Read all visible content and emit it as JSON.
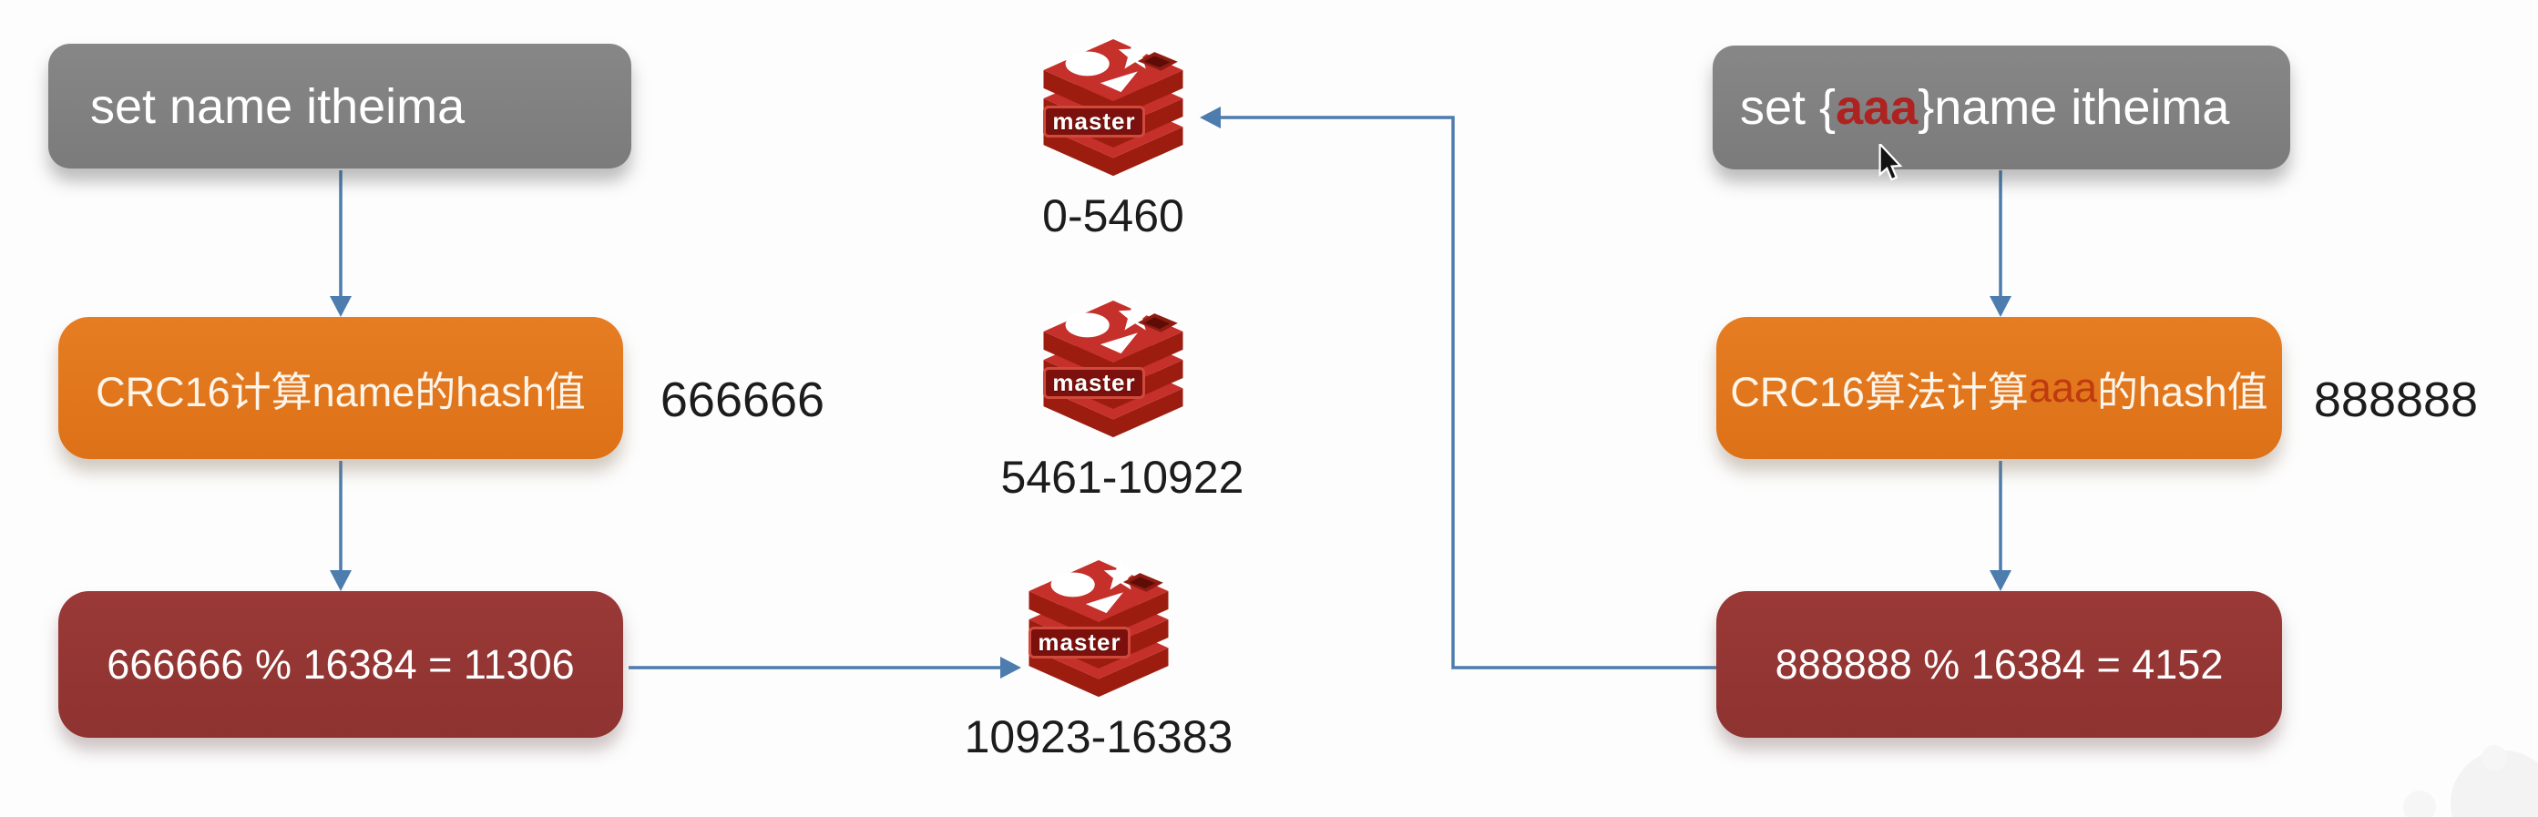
{
  "diagram": {
    "left_flow": {
      "command": "set name itheima",
      "crc_label": "CRC16计算name的hash值",
      "hash_value": "666666",
      "mod_expression": "666666 % 16384 = 11306"
    },
    "right_flow": {
      "command_prefix": "set {",
      "command_key": "aaa",
      "command_suffix": "}name itheima",
      "crc_prefix": "CRC16算法计算",
      "crc_key": "aaa",
      "crc_suffix": "的hash值",
      "hash_value": "888888",
      "mod_expression": "888888 % 16384 = 4152"
    },
    "masters": [
      {
        "banner": "master",
        "slots": "0-5460"
      },
      {
        "banner": "master",
        "slots": "5461-10922"
      },
      {
        "banner": "master",
        "slots": "10923-16383"
      }
    ],
    "colors": {
      "command_box": "#7f7f7f",
      "crc_box": "#e0761d",
      "mod_box": "#943634",
      "connector_blue": "#4d7cae",
      "key_on_gray": "#ae2220",
      "key_on_orange": "#c03a10",
      "redis_red": "#c6302b",
      "redis_dark_red": "#9c1d10",
      "banner_bg": "#7c100c",
      "text_dark": "#1c1c1c"
    }
  }
}
